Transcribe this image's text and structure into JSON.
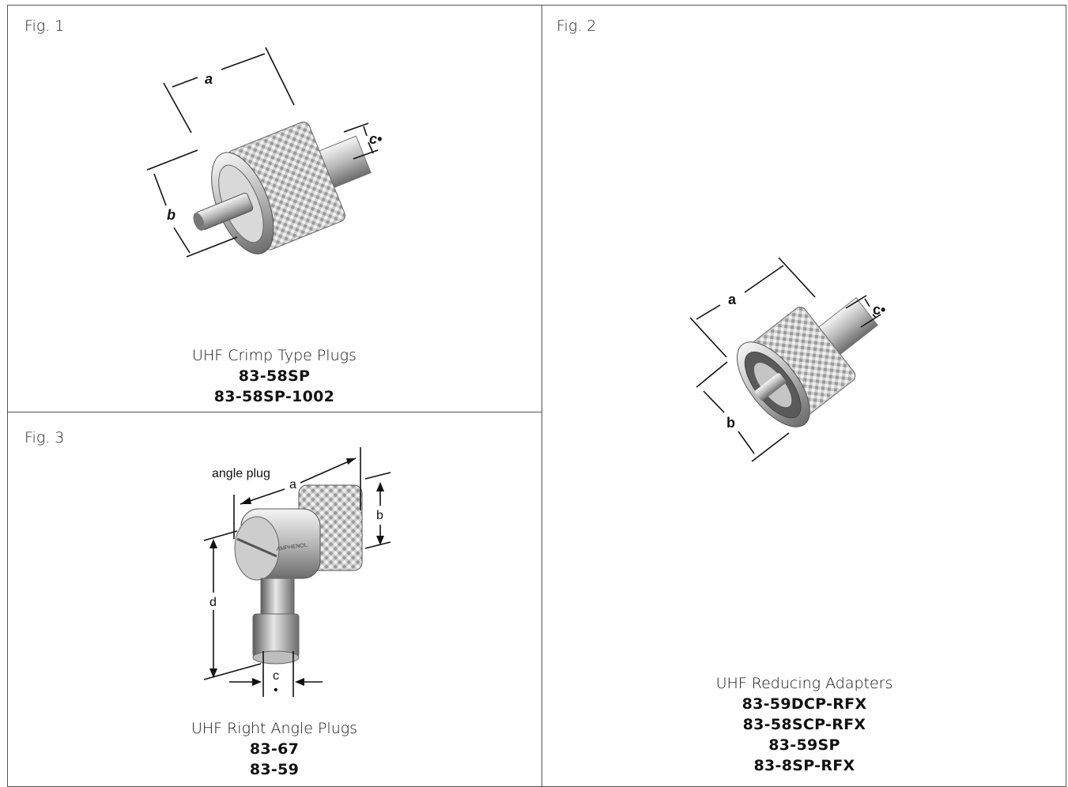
{
  "figures": [
    {
      "label": "Fig. 1",
      "title": "UHF Crimp Type Plugs",
      "parts": [
        "83-58SP",
        "83-58SP-1002"
      ],
      "dimensions": [
        "a",
        "b",
        "c•"
      ]
    },
    {
      "label": "Fig. 2",
      "title": "UHF Reducing Adapters",
      "parts": [
        "83-59DCP-RFX",
        "83-58SCP-RFX",
        "83-59SP",
        "83-8SP-RFX"
      ],
      "dimensions": [
        "a",
        "b",
        "c•"
      ]
    },
    {
      "label": "Fig. 3",
      "title": "UHF Right Angle Plugs",
      "parts": [
        "83-67",
        "83-59"
      ],
      "dimensions": [
        "angle plug",
        "a",
        "b",
        "d",
        "c",
        "•"
      ],
      "brand_mark": "AMPHENOL"
    }
  ]
}
